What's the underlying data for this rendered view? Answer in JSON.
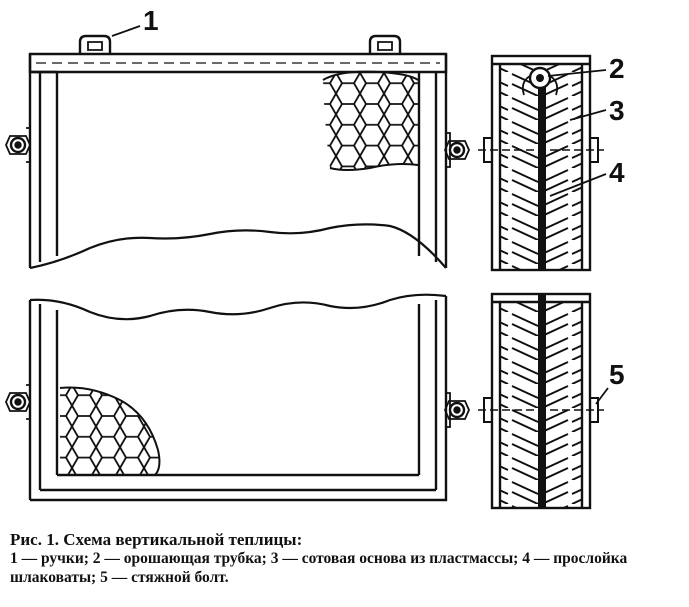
{
  "figure": {
    "callouts": [
      {
        "id": "1",
        "text": "1"
      },
      {
        "id": "2",
        "text": "2"
      },
      {
        "id": "3",
        "text": "3"
      },
      {
        "id": "4",
        "text": "4"
      },
      {
        "id": "5",
        "text": "5"
      }
    ]
  },
  "caption": {
    "title": "Рис. 1. Схема вертикальной теплицы:",
    "body": "1 — ручки; 2 — орошающая трубка; 3 — сотовая основа из пластмассы; 4 — прослойка шлаковаты; 5 — стяжной болт."
  }
}
